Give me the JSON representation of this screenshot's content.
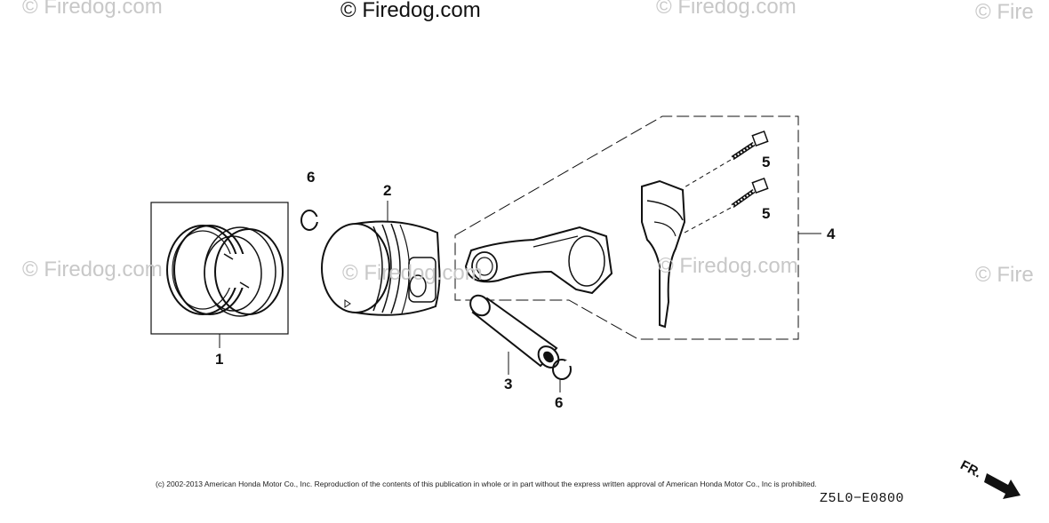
{
  "watermarks": {
    "top_center": "© Firedog.com",
    "faded": "© Firedog.com",
    "faded_cut": "© Fire"
  },
  "callouts": {
    "piston_ring_set": "1",
    "piston": "2",
    "piston_pin": "3",
    "connecting_rod_set": "4",
    "rod_bolt_upper": "5",
    "rod_bolt_lower": "5",
    "pin_clip_left": "6",
    "pin_clip_right": "6"
  },
  "footer": {
    "copyright": "(c) 2002-2013 American Honda Motor Co., Inc. Reproduction of the contents of this publication in whole or in part without the express written approval of American Honda Motor Co., Inc is prohibited.",
    "diagram_code": "Z5L0−E0800",
    "direction": "FR."
  },
  "colors": {
    "line": "#111111",
    "watermark": "#c8c8c8"
  }
}
